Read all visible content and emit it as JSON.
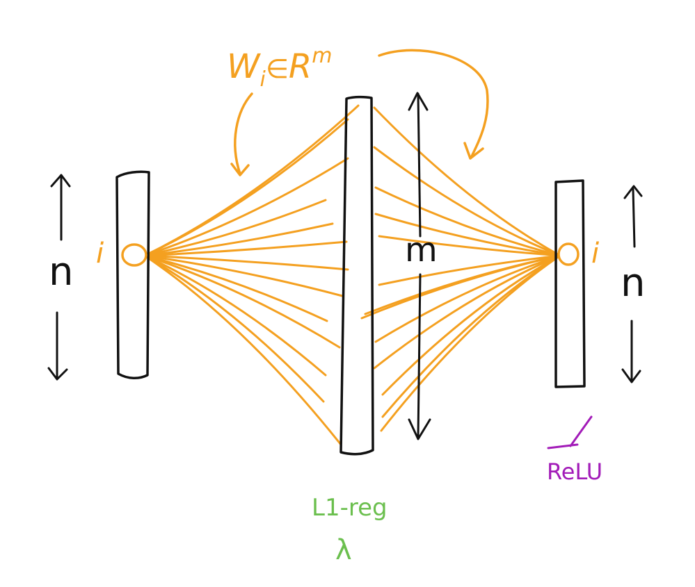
{
  "labels": {
    "weight": "W",
    "weight_sub": "i",
    "weight_in": "∈",
    "weight_space": "R",
    "weight_sup": "m",
    "left_dim": "n",
    "right_dim": "n",
    "hidden_dim": "m",
    "left_index": "i",
    "right_index": "i",
    "regularization": "L1-reg",
    "lambda": "λ",
    "activation": "ReLU"
  },
  "colors": {
    "lines": "#f4a020",
    "ink": "#111111",
    "reg": "#6bbf4e",
    "relu": "#a21bb8"
  }
}
